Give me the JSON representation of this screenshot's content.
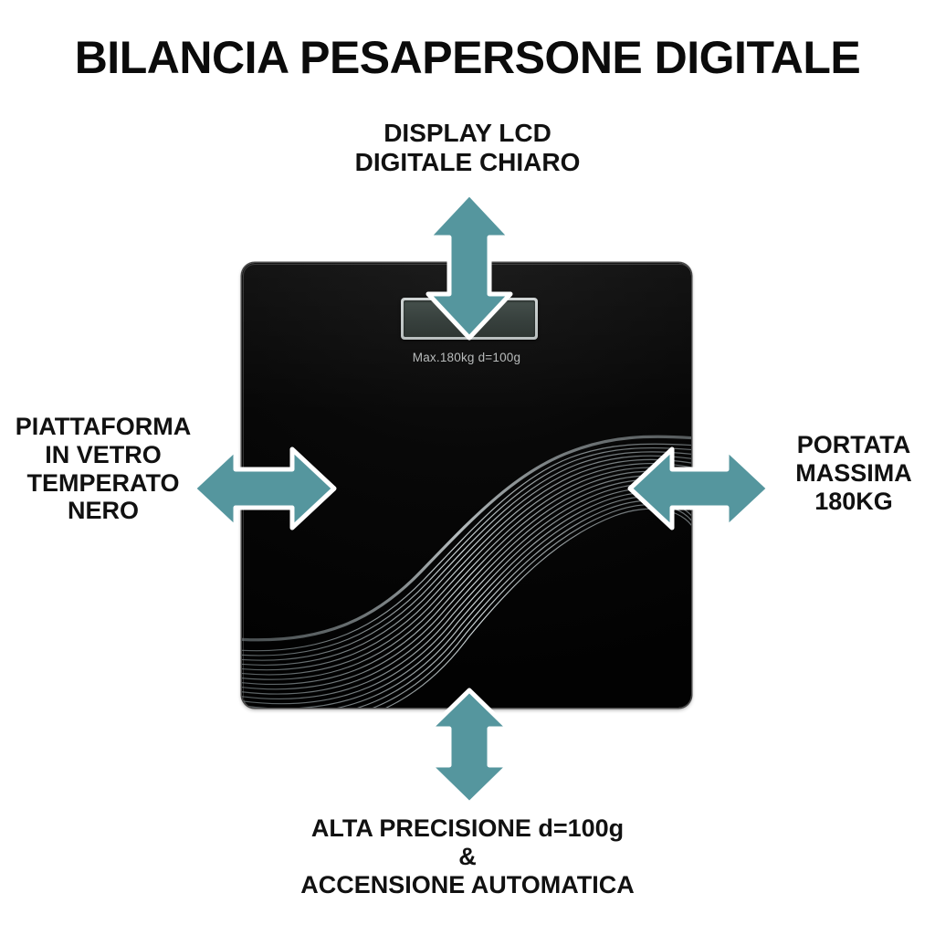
{
  "page": {
    "background_color": "#ffffff",
    "title": "BILANCIA PESAPERSONE DIGITALE"
  },
  "theme": {
    "accent_color": "#55969e",
    "accent_outline_color": "#ffffff",
    "text_color": "#111111",
    "scale_body_color": "#090909",
    "lcd_bezel_color": "#c5cbcb",
    "lcd_screen_color": "#3a433f",
    "swoosh_line_color": "#c9d3d6"
  },
  "callouts": {
    "top": {
      "label": "DISPLAY LCD\nDIGITALE CHIARO",
      "lines": [
        "DISPLAY LCD",
        "DIGITALE CHIARO"
      ],
      "arrow": "double-arrow-vertical"
    },
    "left": {
      "label": "PIATTAFORMA\nIN VETRO\nTEMPERATO\nNERO",
      "lines": [
        "PIATTAFORMA",
        "IN VETRO",
        "TEMPERATO",
        "NERO"
      ],
      "arrow": "double-arrow-horizontal"
    },
    "right": {
      "label": "PORTATA\nMASSIMA\n180KG",
      "lines": [
        "PORTATA",
        "MASSIMA",
        "180KG"
      ],
      "arrow": "double-arrow-horizontal"
    },
    "bottom": {
      "label": "ALTA PRECISIONE d=100g\n&\nACCENSIONE AUTOMATICA",
      "lines": [
        "ALTA PRECISIONE d=100g",
        "&",
        "ACCENSIONE AUTOMATICA"
      ],
      "arrow": "double-arrow-vertical"
    }
  },
  "product": {
    "type": "digital-bathroom-scale",
    "platform_material": "tempered glass, black",
    "lcd_caption": "Max.180kg d=100g",
    "max_capacity": "180KG",
    "precision": "d=100g",
    "lcd_display_value": ""
  }
}
